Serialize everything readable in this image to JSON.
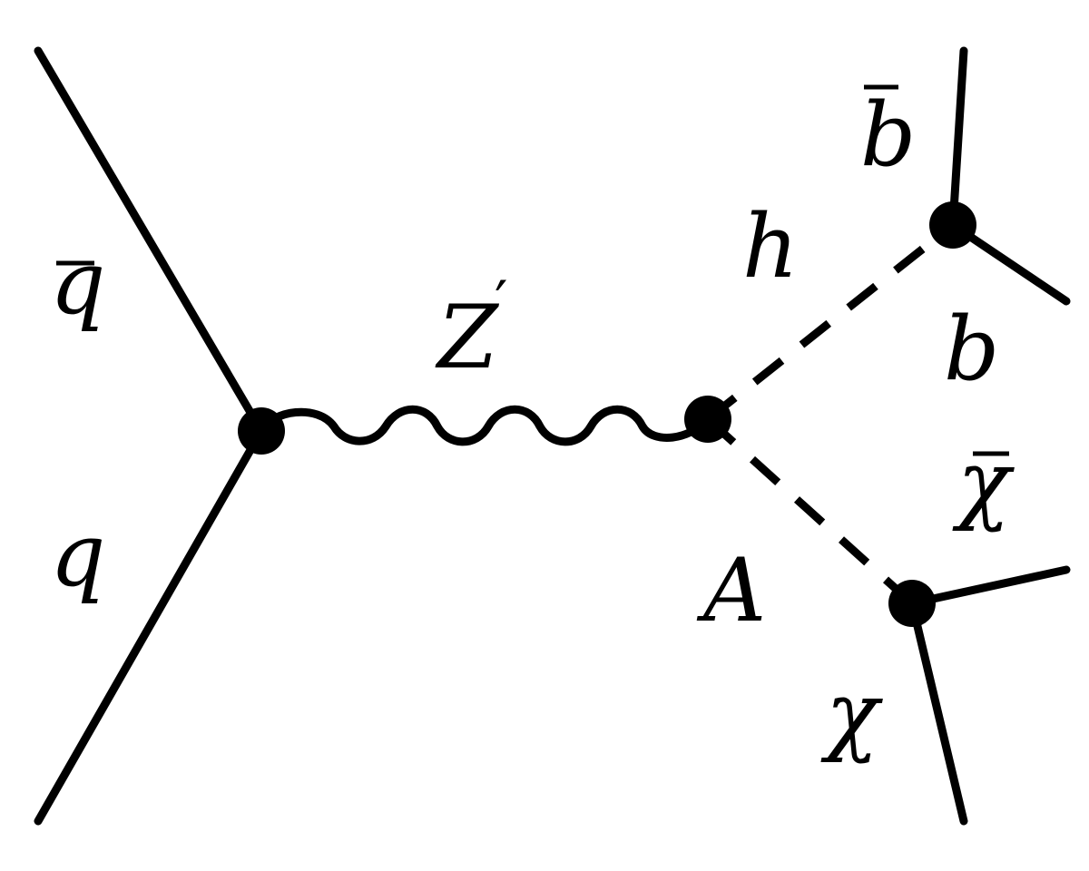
{
  "diagram": {
    "labels": {
      "qbar": "q",
      "q": "q",
      "zprime": "Z",
      "zprime_mark": "′",
      "h": "h",
      "a": "A",
      "bbar": "b",
      "b": "b",
      "chibar": "χ",
      "chi": "χ"
    },
    "edges": [
      {
        "from": "qbar",
        "to": "v1",
        "style": "solid"
      },
      {
        "from": "q",
        "to": "v1",
        "style": "solid"
      },
      {
        "from": "v1",
        "to": "v2",
        "style": "wavy",
        "label": "zprime"
      },
      {
        "from": "v2",
        "to": "v3",
        "style": "dashed",
        "label": "h"
      },
      {
        "from": "v2",
        "to": "v4",
        "style": "dashed",
        "label": "a"
      },
      {
        "from": "v3",
        "to": "bbar",
        "style": "solid"
      },
      {
        "from": "v3",
        "to": "b",
        "style": "solid"
      },
      {
        "from": "v4",
        "to": "chibar",
        "style": "solid"
      },
      {
        "from": "v4",
        "to": "chi",
        "style": "solid"
      }
    ],
    "colors": {
      "ink": "#000000",
      "background": "#ffffff"
    }
  }
}
